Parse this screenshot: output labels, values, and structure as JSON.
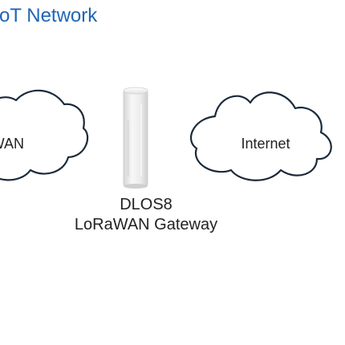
{
  "title": "oT Network",
  "clouds": {
    "left": {
      "label": "RaWAN"
    },
    "right": {
      "label": "Internet"
    }
  },
  "device": {
    "name": "DLOS8",
    "role": "LoRaWAN Gateway"
  }
}
